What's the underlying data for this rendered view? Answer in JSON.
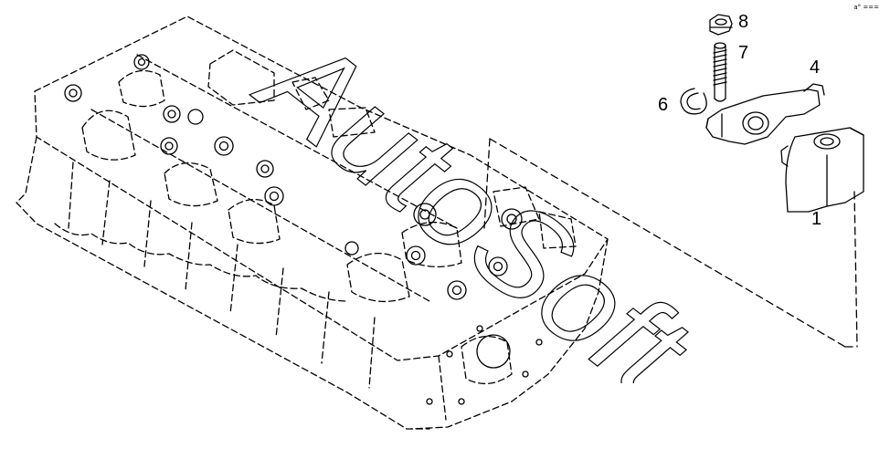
{
  "diagram": {
    "callouts": [
      {
        "id": "8",
        "label": "8"
      },
      {
        "id": "7",
        "label": "7"
      },
      {
        "id": "4",
        "label": "4"
      },
      {
        "id": "6",
        "label": "6"
      },
      {
        "id": "1",
        "label": "1"
      }
    ],
    "corner_mark": "a° ===",
    "watermark": "AutoSoft",
    "colors": {
      "line": "#000000",
      "background": "#ffffff"
    }
  }
}
